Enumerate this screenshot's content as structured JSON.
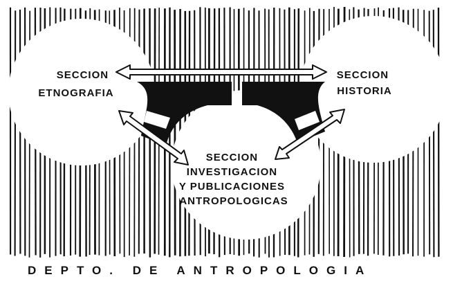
{
  "diagram": {
    "nodes": [
      {
        "id": "etnografia",
        "lines": [
          "SECCION",
          "ETNOGRAFIA"
        ]
      },
      {
        "id": "historia",
        "lines": [
          "SECCION",
          "HISTORIA"
        ]
      },
      {
        "id": "investigacion",
        "lines": [
          "SECCION",
          "INVESTIGACION",
          "Y PUBLICACIONES",
          "ANTROPOLOGICAS"
        ]
      }
    ],
    "edges": [
      {
        "from": "etnografia",
        "to": "historia",
        "style": "double-headed-arrow"
      },
      {
        "from": "etnografia",
        "to": "investigacion",
        "style": "double-headed-arrow"
      },
      {
        "from": "historia",
        "to": "investigacion",
        "style": "double-headed-arrow"
      }
    ],
    "footer": "DEPTO. DE ANTROPOLOGIA"
  },
  "colors": {
    "ink": "#111111",
    "paper": "#ffffff"
  }
}
